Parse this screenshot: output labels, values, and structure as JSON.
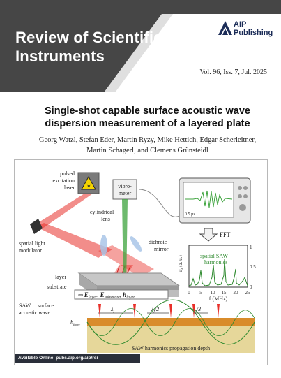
{
  "journal": {
    "title_line1": "Review of Scientific",
    "title_line2": "Instruments"
  },
  "publisher": {
    "line1": "AIP",
    "line2": "Publishing"
  },
  "issue": "Vol. 96, Iss. 7, Jul. 2025",
  "article": {
    "title_line1": "Single-shot capable surface acoustic wave",
    "title_line2": "dispersion measurement of a layered plate"
  },
  "authors": {
    "line1": "Georg Watzl, Stefan Eder, Martin Ryzy, Mike Hettich, Edgar Scherleitner,",
    "line2": "Martin Schagerl, and Clemens Grünsteidl"
  },
  "figure": {
    "laser_l1": "pulsed",
    "laser_l2": "excitation",
    "laser_l3": "laser",
    "lens_l1": "cylindrical",
    "lens_l2": "lens",
    "vibro_l1": "vibro-",
    "vibro_l2": "meter",
    "mirror_l1": "dichroic",
    "mirror_l2": "mirror",
    "slm_l1": "spatial light",
    "slm_l2": "modulator",
    "layer": "layer",
    "substrate": "substrate",
    "fft": "FFT",
    "harm_l1": "spatial SAW",
    "harm_l2": "harmonics",
    "osc_label": "0.5 µs",
    "ylabel": "u",
    "ylabel_sub": "z",
    "yunits": "(a. u.)",
    "xlabel": "f (MHz)",
    "xticks": [
      "0",
      "5",
      "10",
      "15",
      "20",
      "25"
    ],
    "yticks": [
      "1",
      "0.5",
      "0"
    ],
    "arrow": "⇒",
    "e_layer": "E",
    "e_layer_sub": "layer",
    "e_sub": "E",
    "e_sub_sub": "substrate",
    "h": "h",
    "h_sub": "layer",
    "saw_l1": "SAW ... surface",
    "saw_l2": "acoustic wave",
    "lam1": "λ",
    "lam1_sub": "f",
    "lam2": "λ",
    "lam2_sub": "f",
    "lam2_rest": "/2",
    "lam3": "λ",
    "lam3_sub": "f",
    "lam3_rest": "/3",
    "hlayer": "h",
    "hlayer_sub": "layer",
    "depth": "SAW harmonics propagation depth"
  },
  "available": "Available Online: pubs.aip.org/aip/rsi",
  "colors": {
    "header_bg": "#464646",
    "header_accent": "#c5c5c5",
    "logo": "#1b2c57",
    "laser": "#e8302a",
    "probe": "#3ca33c"
  }
}
